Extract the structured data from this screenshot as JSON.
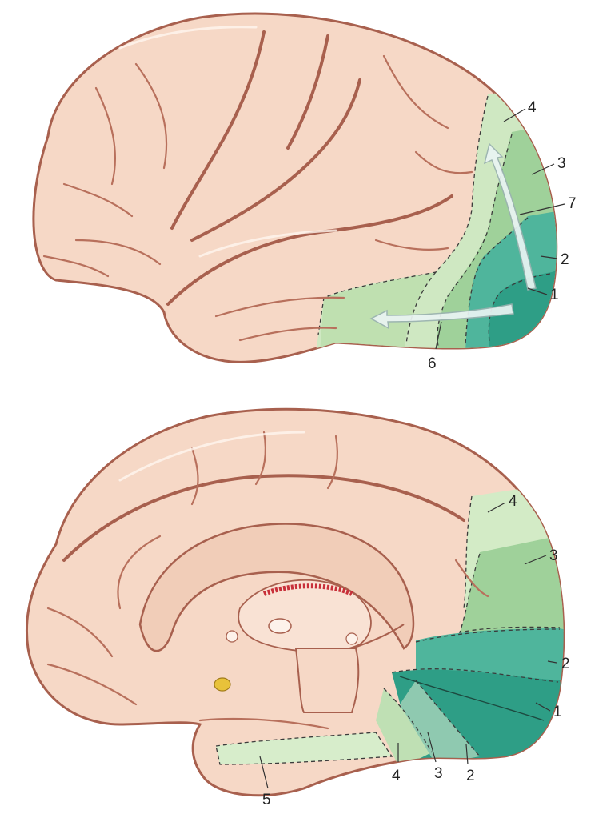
{
  "colors": {
    "brain_tissue": "#f6d8c6",
    "brain_outline": "#a8604e",
    "area_1": "#2e9e86",
    "area_2": "#4fb59c",
    "area_3": "#8fcb8f",
    "area_4": "#bfe0b4",
    "area_5": "#cde7bf",
    "area_6": "#b2d9a8",
    "corpus_callosum_vessel": "#c8303a",
    "pineal_yellow": "#e8c23a"
  },
  "lateral_view": {
    "labels": {
      "l1": "1",
      "l2": "2",
      "l3": "3",
      "l4": "4",
      "l6": "6",
      "l7": "7"
    }
  },
  "medial_view": {
    "labels": {
      "r1": "1",
      "r2": "2",
      "r3": "3",
      "r4": "4",
      "b2": "2",
      "b3": "3",
      "b4": "4",
      "b5": "5"
    }
  }
}
